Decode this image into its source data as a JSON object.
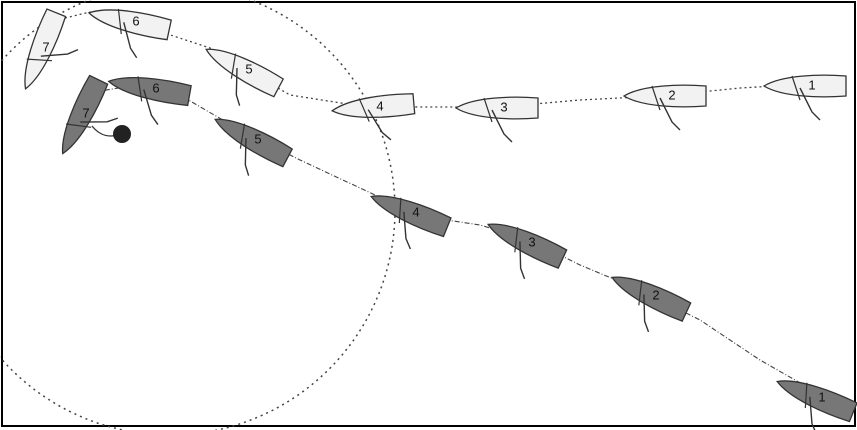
{
  "diagram": {
    "type": "sailboat-maneuver",
    "colors": {
      "background": "#ffffff",
      "frame": "#000000",
      "light_hull": "#f2f2f2",
      "dark_hull": "#777777",
      "hull_outline": "#333333",
      "path_line": "#444444",
      "mark": "#222222"
    },
    "boats": {
      "light": [
        {
          "label": "1"
        },
        {
          "label": "2"
        },
        {
          "label": "3"
        },
        {
          "label": "4"
        },
        {
          "label": "5"
        },
        {
          "label": "6"
        },
        {
          "label": "7"
        }
      ],
      "dark": [
        {
          "label": "1"
        },
        {
          "label": "2"
        },
        {
          "label": "3"
        },
        {
          "label": "4"
        },
        {
          "label": "5"
        },
        {
          "label": "6"
        },
        {
          "label": "7"
        }
      ]
    }
  }
}
